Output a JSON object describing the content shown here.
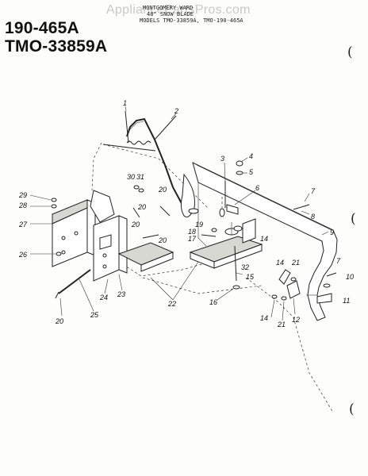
{
  "header": {
    "model_1": "190-465A",
    "model_2": "TMO-33859A",
    "manufacturer": "MONTGOMERY WARD",
    "header_line_2": "48\" SNOW BLADE",
    "header_line_3": "MODELS TMO-33859A, TMO-190-465A",
    "watermark": "AppliancePartsPros.com"
  },
  "binder_marks": [
    "(",
    "(",
    "("
  ],
  "callouts": [
    "1",
    "2",
    "3",
    "4",
    "5",
    "6",
    "7",
    "8",
    "9",
    "10",
    "11",
    "12",
    "14",
    "14",
    "14",
    "15",
    "16",
    "17",
    "18",
    "19",
    "20",
    "20",
    "20",
    "20",
    "20",
    "21",
    "21",
    "22",
    "23",
    "24",
    "25",
    "26",
    "27",
    "28",
    "29",
    "30",
    "31",
    "32",
    "7"
  ]
}
